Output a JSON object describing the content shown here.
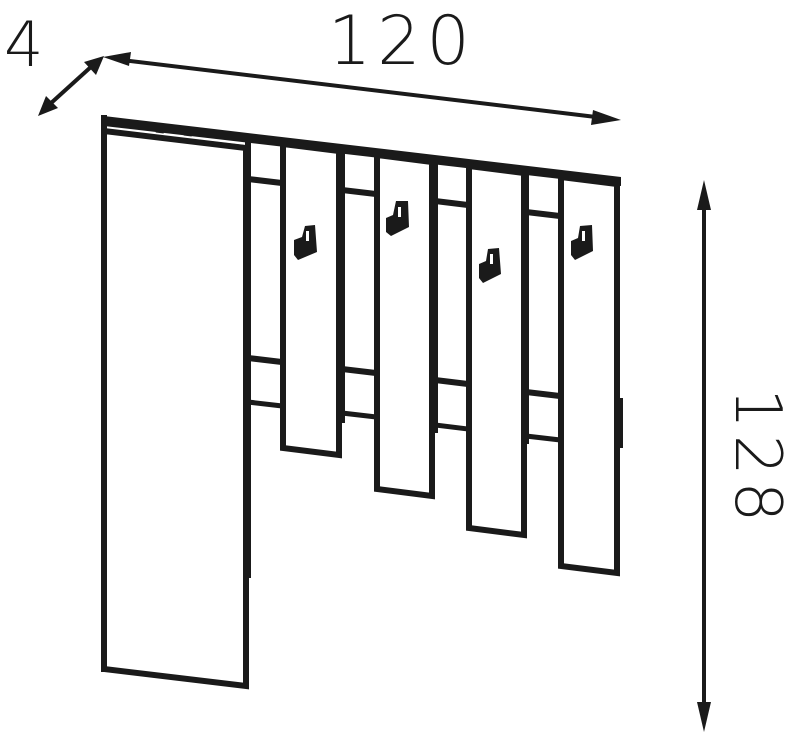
{
  "diagram": {
    "subject": "wall coat rack with mirror panel",
    "line_color": "#1a1a1a",
    "background": "#ffffff",
    "dimensions": {
      "width": {
        "value": "120",
        "label": "120"
      },
      "depth": {
        "value": "4",
        "label": "4"
      },
      "height": {
        "value": "128",
        "label": "128"
      }
    },
    "components": {
      "mirror_panel": "mirror-panel",
      "slats": [
        "slat-1",
        "slat-2",
        "slat-3",
        "slat-4"
      ],
      "hooks": [
        "hook-1",
        "hook-2",
        "hook-3",
        "hook-4"
      ],
      "rails": [
        "top-rail",
        "middle-rail",
        "lower-rail"
      ]
    }
  }
}
